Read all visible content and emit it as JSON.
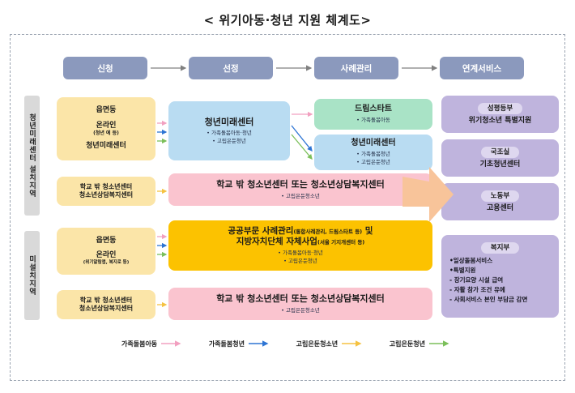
{
  "title": "< 위기아동·청년 지원 체계도>",
  "stages": [
    {
      "label": "신청"
    },
    {
      "label": "선정"
    },
    {
      "label": "사례관리"
    },
    {
      "label": "연계서비스"
    }
  ],
  "side_labels": [
    {
      "label": "청년미래센터  설치지역"
    },
    {
      "label": "미설치지역"
    }
  ],
  "apply_boxes": [
    {
      "line1": "읍면동",
      "line2": "온라인",
      "line3": "(청년 에 등)",
      "line4": "청년미래센터"
    },
    {
      "line1": "학교 밖 청소년센터",
      "line2": "청소년상담복지센터"
    },
    {
      "line1": "읍면동",
      "line2": "온라인",
      "line3": "(위기알림앱, 복지로 등)"
    },
    {
      "line1": "학교 밖 청소년센터",
      "line2": "청소년상담복지센터"
    }
  ],
  "select_boxes": [
    {
      "title": "청년미래센터",
      "bullets": [
        "• 가족돌봄아동·청년",
        "• 고립은둔청년"
      ]
    },
    {
      "title": "학교 밖 청소년센터 또는 청소년상담복지센터",
      "bullets": [
        "• 고립은둔청소년"
      ]
    },
    {
      "title_line1": "공공부문 사례관리",
      "title_note1": "(통합사례관리, 드림스타트 등)",
      "title_mid": " 및",
      "title_line2": "지방자치단체 자체사업",
      "title_note2": "(서울 기지개센터 등)",
      "bullets": [
        "• 가족돌봄아동·청년",
        "• 고립은둔청년"
      ]
    },
    {
      "title": "학교 밖 청소년센터 또는 청소년상담복지센터",
      "bullets": [
        "• 고립은둔청소년"
      ]
    }
  ],
  "case_boxes": [
    {
      "title": "드림스타트",
      "bullets": [
        "• 가족돌봄아동"
      ]
    },
    {
      "title": "청년미래센터",
      "bullets": [
        "• 가족돌봄청년",
        "• 고립은둔청년"
      ]
    }
  ],
  "service_boxes": [
    {
      "agency": "성평등부",
      "sub": "위기청소년 특별지원"
    },
    {
      "agency": "국조실",
      "sub": "기초청년센터"
    },
    {
      "agency": "노동부",
      "sub": "고용센터"
    },
    {
      "agency": "복지부",
      "items": [
        "•일상돌봄서비스",
        "•특별지원",
        "- 장기요양 시설 급여",
        "- 자활 참가 조건 유예",
        "- 사회서비스 본인 부담금 감면"
      ]
    }
  ],
  "legend": [
    {
      "label": "가족돌봄아동",
      "color": "#f2a0c0"
    },
    {
      "label": "가족돌봄청년",
      "color": "#2e75d4"
    },
    {
      "label": "고립은둔청소년",
      "color": "#f5c242"
    },
    {
      "label": "고립은둔청년",
      "color": "#7bbf5a"
    }
  ],
  "colors": {
    "stage_header": "#8b99bd",
    "yellow": "#fbe5a8",
    "blue": "#b9dcf2",
    "green": "#a9e3c6",
    "pink": "#fac4cf",
    "orange": "#fcc200",
    "purple": "#bfb4dd",
    "big_arrow": "#f8c49a"
  }
}
